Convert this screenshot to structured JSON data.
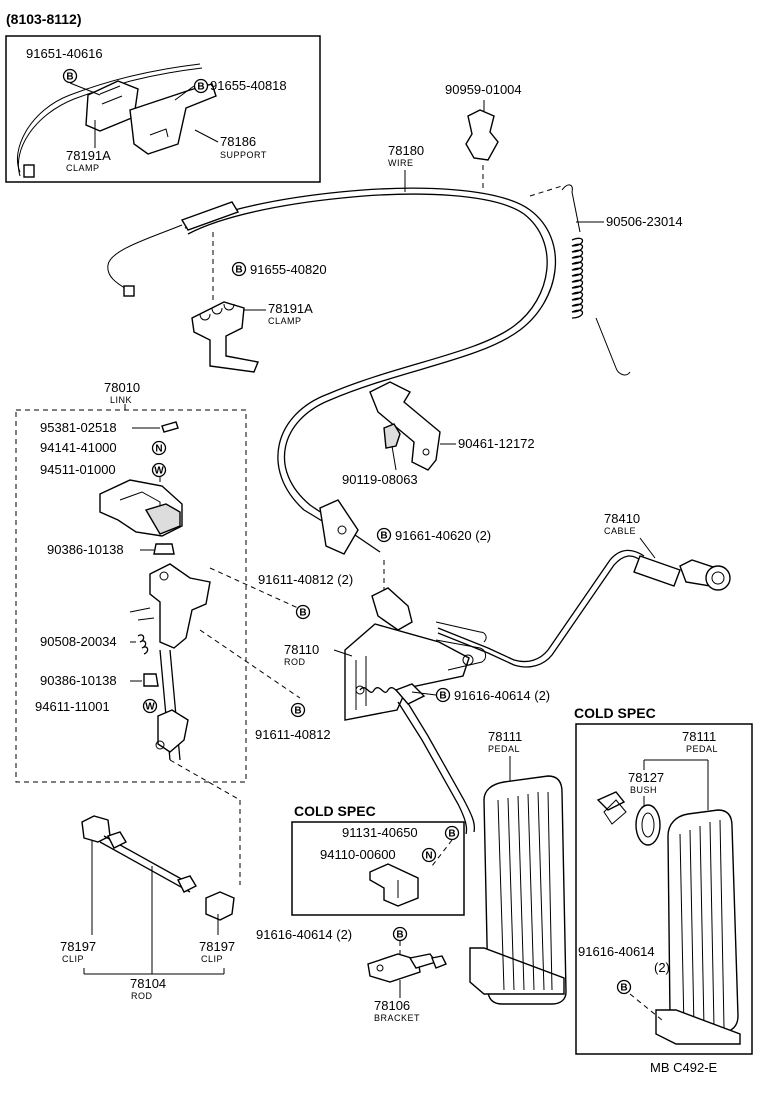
{
  "header": {
    "range": "(8103-8112)"
  },
  "footer": {
    "code": "MB C492-E"
  },
  "inset": {
    "p1": "91651-40616",
    "p2": "91655-40818",
    "p3": "78191A",
    "p3_sub": "CLAMP",
    "p4": "78186",
    "p4_sub": "SUPPORT"
  },
  "parts": {
    "clip_top": "90959-01004",
    "wire": "78180",
    "wire_sub": "WIRE",
    "spring": "90506-23014",
    "b_40820": "91655-40820",
    "clamp": "78191A",
    "clamp_sub": "CLAMP",
    "bolt_12172": "90461-12172",
    "screw_08063": "90119-08063",
    "b_40620": "91661-40620 (2)",
    "cable": "78410",
    "cable_sub": "CABLE",
    "b_40812_2": "91611-40812 (2)",
    "b_40812": "91611-40812",
    "rod_78110": "78110",
    "rod_sub": "ROD",
    "b_40614_2": "91616-40614 (2)",
    "pedal": "78111",
    "pedal_sub": "PEDAL",
    "clip_l": "78197",
    "clip_r": "78197",
    "clip_sub": "CLIP",
    "rod_78104": "78104",
    "rod2_sub": "ROD",
    "b_40614_b": "91616-40614 (2)",
    "bracket": "78106",
    "bracket_sub": "BRACKET"
  },
  "link": {
    "title": "78010",
    "sub": "LINK",
    "items": [
      "95381-02518",
      "94141-41000",
      "94511-01000",
      "90386-10138",
      "90508-20034",
      "90386-10138",
      "94611-11001"
    ],
    "badges": [
      "N",
      "W",
      "W"
    ]
  },
  "cold_spec_mid": {
    "title": "COLD SPEC",
    "p1": "91131-40650",
    "p2": "94110-00600"
  },
  "cold_spec_right": {
    "title": "COLD SPEC",
    "pedal": "78111",
    "pedal_sub": "PEDAL",
    "bush": "78127",
    "bush_sub": "BUSH",
    "bolt": "91616-40614",
    "bolt_qty": "(2)"
  },
  "badge_letters": {
    "bolt": "B",
    "nut": "N",
    "washer": "W"
  }
}
